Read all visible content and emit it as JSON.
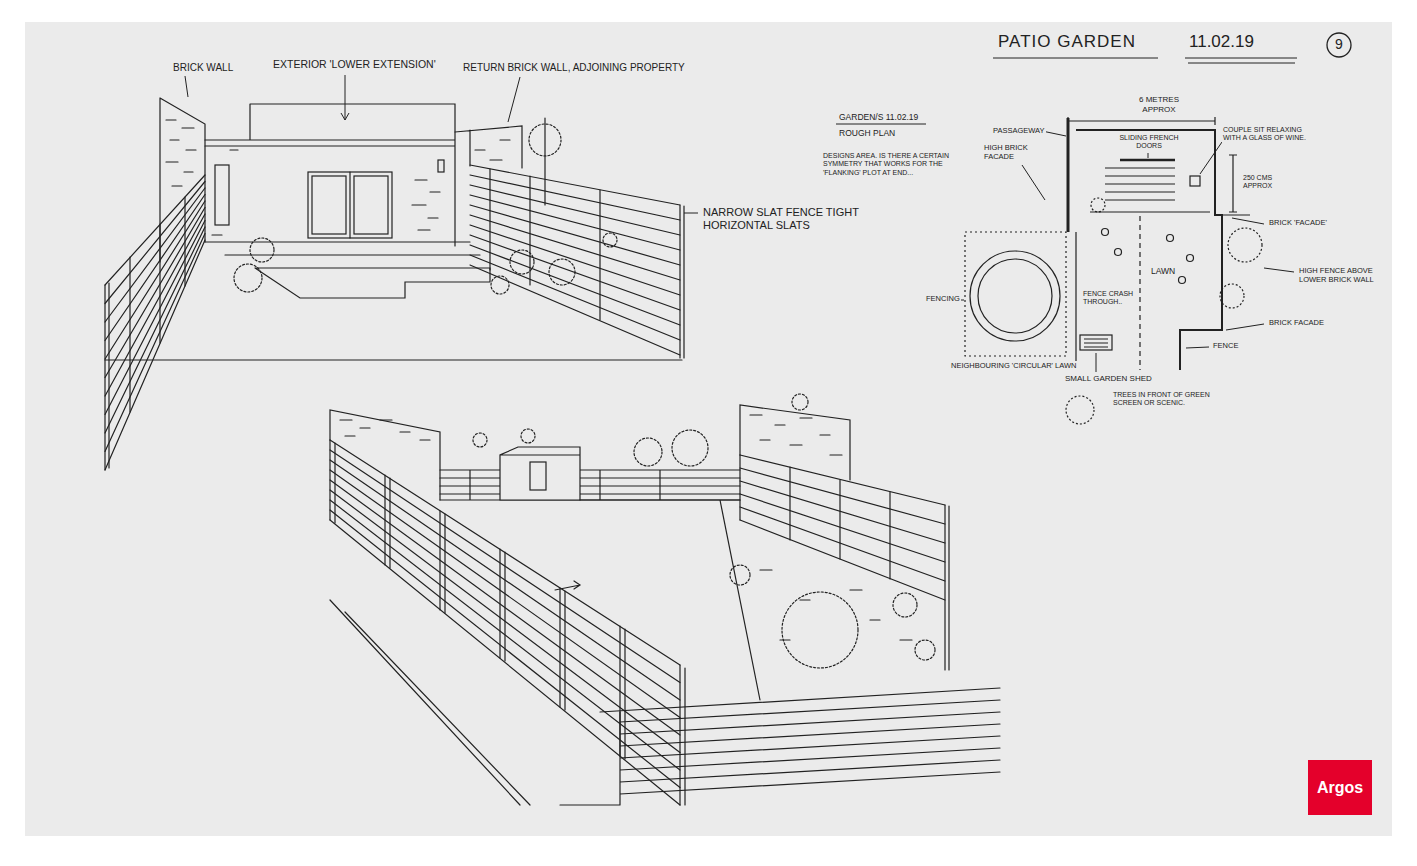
{
  "diagram": {
    "title": "PATIO GARDEN",
    "nodes": [
      {
        "text": [
          "9"
        ]
      },
      {
        "text": [
          "Argos"
        ]
      }
    ],
    "labels": [
      "11.02.19",
      "BRICK WALL",
      "EXTERIOR 'LOWER EXTENSION'",
      "RETURN BRICK WALL, ADJOINING PROPERTY",
      "NARROW SLAT FENCE TIGHT HORIZONTAL SLATS",
      "GARDEN/S 11.02.19",
      "ROUGH PLAN",
      "DESIGNS AREA. IS THERE A CERTAIN SYMMETRY THAT WORKS FOR THE 'FLANKING' PLOT AT END...",
      "6 METRES APPROX",
      "PASSAGEWAY",
      "HIGH BRICK FACADE",
      "SLIDING FRENCH DOORS",
      "COUPLE SIT RELAXING WITH A GLASS OF WINE.",
      "250 CMS APPROX",
      "BRICK 'FACADE'",
      "LAWN",
      "HIGH FENCE ABOVE LOWER BRICK WALL",
      "FENCING",
      "FENCE CRASH THROUGH..",
      "BRICK FACADE",
      "FENCE",
      "NEIGHBOURING 'CIRCULAR' LAWN",
      "SMALL GARDEN SHED",
      "TREES IN FRONT OF GREEN SCREEN OR SCENIC."
    ]
  }
}
